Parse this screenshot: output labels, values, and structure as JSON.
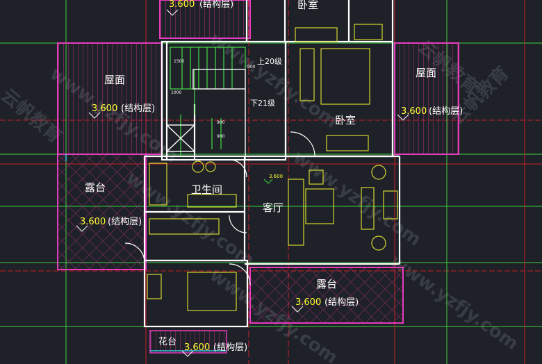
{
  "rooms": {
    "bedroom_top": "卧室",
    "bedroom_right": "卧室",
    "roof_left": "屋面",
    "roof_right": "屋面",
    "terrace_left": "露台",
    "terrace_bottom": "露台",
    "bathroom": "卫生间",
    "living_room": "客厅",
    "flower_bed": "花台"
  },
  "levels": {
    "top": {
      "value": "3.600",
      "note": "(结构层)"
    },
    "roof_left": {
      "value": "3.600",
      "note": "(结构层)"
    },
    "roof_right": {
      "value": "3.600",
      "note": "(结构层)"
    },
    "terrace_left": {
      "value": "3.600",
      "note": "(结构层)"
    },
    "terrace_bottom": {
      "value": "3.600",
      "note": "(结构层)"
    },
    "flower_bed": {
      "value": "3.600",
      "note": "(结构层)"
    },
    "living_small": "3.600"
  },
  "stairs": {
    "up": "上20级",
    "down": "下21级"
  },
  "dimensions": [
    "1500",
    "900",
    "1000",
    "900",
    "900"
  ],
  "watermarks": [
    "www.yzfjy.com",
    "云帆教育"
  ],
  "colors": {
    "background": "#1e2127",
    "wall": "#ffffff",
    "furniture": "#d6d633",
    "stair": "#4cff4c",
    "axis_red": "#c8202a",
    "axis_green": "#3cd23c",
    "hatch": "#d23ca0",
    "magenta": "#e63cbe",
    "cyan": "#3cc8e6"
  }
}
